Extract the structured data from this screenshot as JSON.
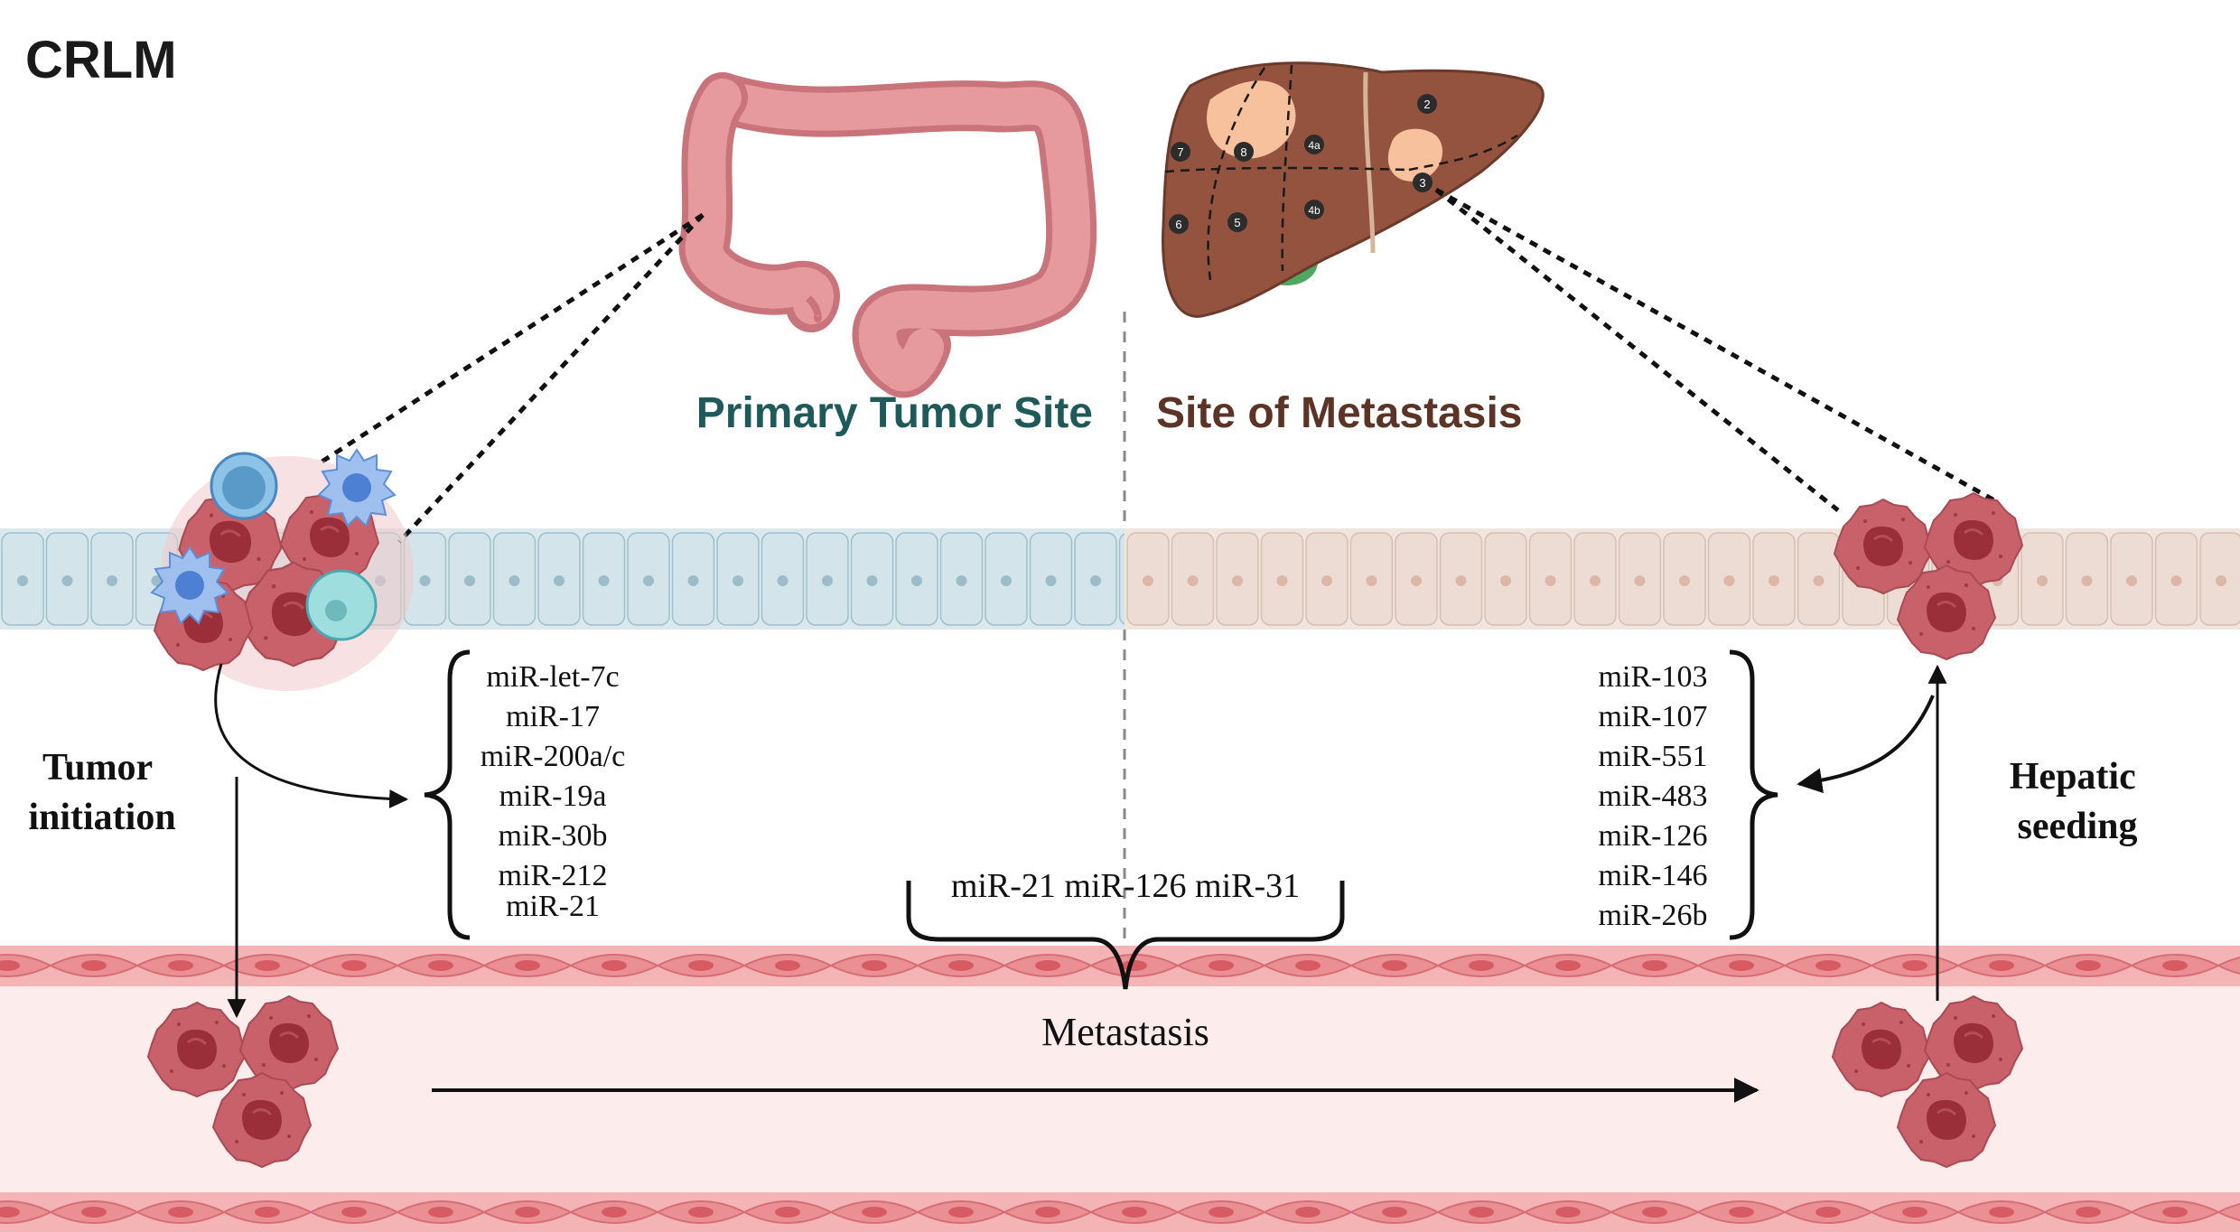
{
  "title": "CRLM",
  "primary_site_label": "Primary Tumor Site",
  "metastasis_site_label": "Site of Metastasis",
  "tumor_initiation_label": [
    "Tumor",
    "initiation"
  ],
  "hepatic_seeding_label": [
    "Hepatic",
    "seeding"
  ],
  "metastasis_label": "Metastasis",
  "shared_mirnas": "miR-21 miR-126 miR-31",
  "left_mirnas": [
    "miR-let-7c",
    "miR-17",
    "miR-200a/c",
    "miR-19a",
    "miR-30b",
    "miR-212",
    "miR-21"
  ],
  "right_mirnas": [
    "miR-103",
    "miR-107",
    "miR-551",
    "miR-483",
    "miR-126",
    "miR-146",
    "miR-26b"
  ],
  "liver_segments": [
    "2",
    "7",
    "8",
    "4a",
    "3",
    "6",
    "5",
    "4b"
  ],
  "colors": {
    "primary_label": "#1f5a5a",
    "metastasis_label": "#5b3426",
    "colon_epithelium": "#d3e4ea",
    "liver_epithelium": "#ecdcd3",
    "vessel_wall": "#ea8f93",
    "vessel_lumen": "#fdecec",
    "tumor_cell": "#c9616a",
    "liver": "#93533f"
  }
}
